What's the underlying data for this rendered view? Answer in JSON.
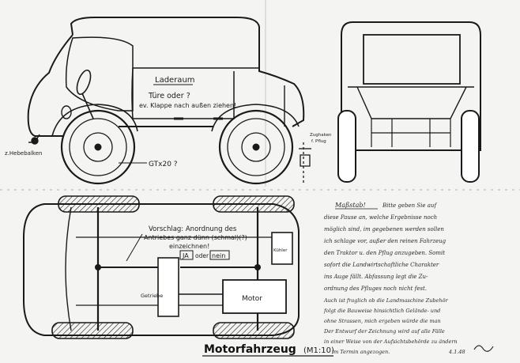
{
  "side_view": {
    "cargo_label": "Laderaum",
    "cargo_note_1": "Türe oder ?",
    "cargo_note_2": "ev. Klappe nach außen ziehen!",
    "tire_label": "GTx20 ?",
    "lift_beam_label": "z.Hebebalken",
    "coupling_label_1": "Zughaken",
    "coupling_label_2": "f. Pflug"
  },
  "plan_view": {
    "proposal_1": "Vorschlag: Anordnung des",
    "proposal_2": "Antriebes ganz dünn (schmal)(?)",
    "proposal_3": "einzeichnen!",
    "yes_label": "JA",
    "or_label": "oder",
    "no_label": "nein",
    "gearbox_label": "Getriebe",
    "motor_label": "Motor",
    "cooler_label": "Kühler",
    "title": "Motorfahrzeug",
    "scale": "(M1:10)"
  },
  "notes": {
    "heading": "Maßstab!",
    "lines": [
      "Bitte geben Sie auf",
      "diese Pause an, welche Ergebnisse noch",
      "möglich sind, im gegebenen werden sollen",
      "ich schlage vor, außer den reinen Fahrzeug",
      "den Traktor u. den Pflug anzugeben. Somit",
      "sofort die Landwirtschaftliche Charakter",
      "ins Auge fällt. Abfassung legt die Zu-",
      "ordnung des Pfluges noch nicht fest.",
      "Auch ist fraglich ob die Landmaschine Zubehör",
      "folgt die Bauweise hinsichtlich Gelände- und",
      "ohne Strassen, mich ergeben würde die man",
      "Der Entwurf der Zeichnung wird auf alle Fälle",
      "in einer Weise von der Aufsichtsbehörde zu ändern",
      "im Termin angezogen."
    ],
    "signature_date": "4.1.48"
  }
}
